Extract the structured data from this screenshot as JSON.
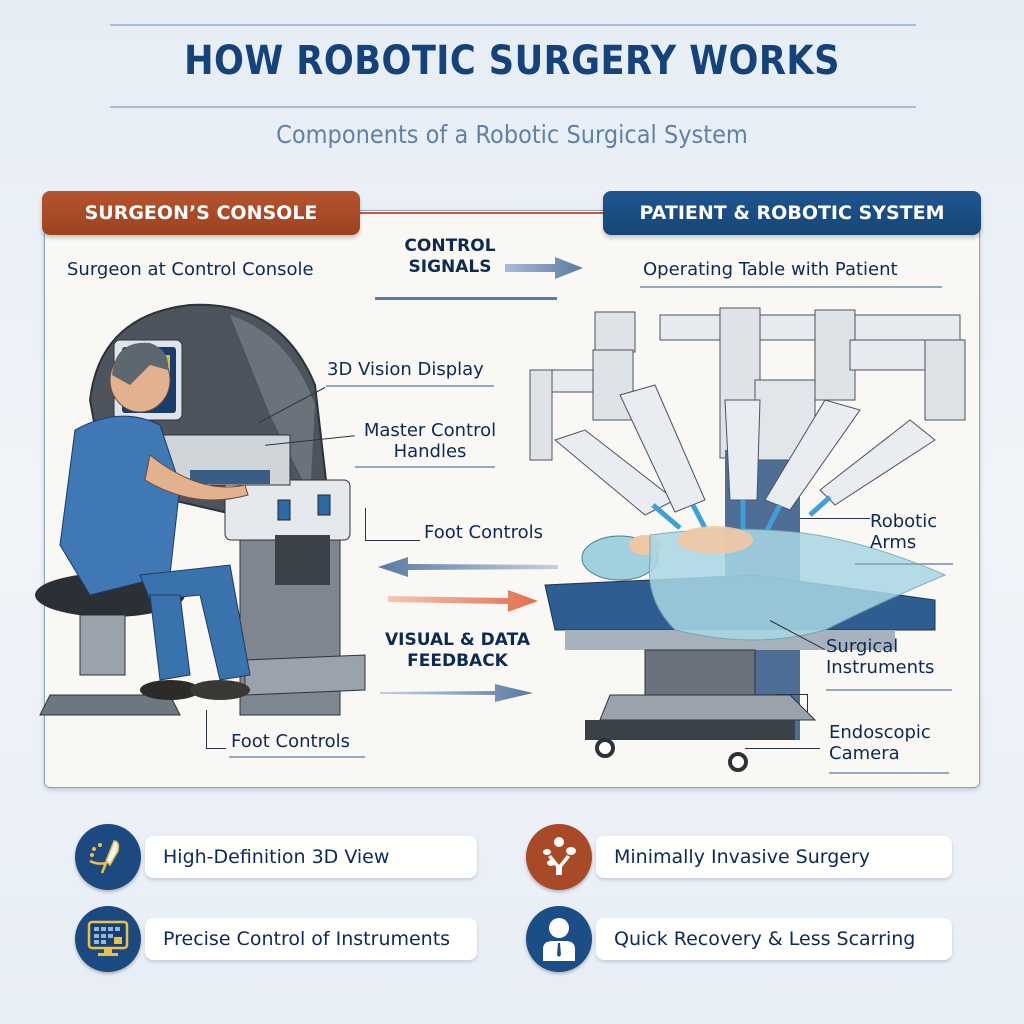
{
  "header": {
    "title": "HOW ROBOTIC SURGERY WORKS",
    "subtitle": "Components of a Robotic Surgical System"
  },
  "colors": {
    "title": "#14427a",
    "subtitle": "#5f82a8",
    "surgeon_tab": "#a94a27",
    "patient_tab": "#1b4e86",
    "text_dark": "#0f2a52",
    "accent_orange": "#e0704f",
    "arrow_blue": "#5f7fa6"
  },
  "sections": {
    "left": {
      "tab_label": "SURGEON’S CONSOLE",
      "caption": "Surgeon at Control Console",
      "components": [
        {
          "label": "3D Vision Display"
        },
        {
          "label": "Master Control Handles"
        },
        {
          "label": "Foot Controls"
        },
        {
          "label": "Foot Controls"
        }
      ]
    },
    "right": {
      "tab_label": "PATIENT & ROBOTIC SYSTEM",
      "caption": "Operating Table with Patient",
      "components": [
        {
          "label": "Robotic Arms"
        },
        {
          "label": "Surgical Instruments"
        },
        {
          "label": "Endoscopic Camera"
        }
      ]
    }
  },
  "flows": {
    "control_signals": {
      "line1": "CONTROL",
      "line2": "SIGNALS",
      "direction": "right"
    },
    "visual_feedback": {
      "line1": "VISUAL & DATA",
      "line2": "FEEDBACK",
      "direction": "right"
    }
  },
  "labels": {
    "vision_display": "3D Vision Display",
    "master_1": "Master Control",
    "master_2": "Handles",
    "foot_controls_mid": "Foot Controls",
    "foot_controls_bottom": "Foot Controls",
    "robotic_1": "Robotic",
    "robotic_2": "Arms",
    "surgical_1": "Surgical",
    "surgical_2": "Instruments",
    "endo_1": "Endoscopic",
    "endo_2": "Camera"
  },
  "features": [
    {
      "label": "High-Definition 3D View",
      "icon": "hd-3d-view-icon",
      "icon_color": "#1c4a80"
    },
    {
      "label": "Precise Control of Instruments",
      "icon": "monitor-grid-icon",
      "icon_color": "#1c4a80"
    },
    {
      "label": "Minimally Invasive Surgery",
      "icon": "branching-tree-icon",
      "icon_color": "#a94a27"
    },
    {
      "label": "Quick Recovery & Less Scarring",
      "icon": "person-icon",
      "icon_color": "#1b4e86"
    }
  ]
}
